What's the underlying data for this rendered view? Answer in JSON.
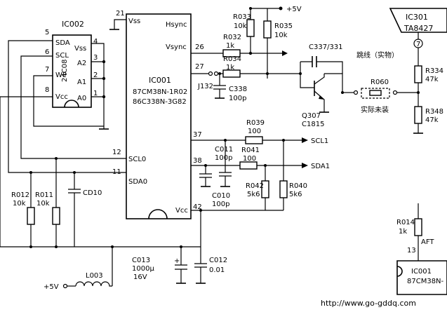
{
  "ic002": {
    "ref": "IC002",
    "part": "24C08",
    "pins": {
      "p5": "5",
      "p6": "6",
      "p7": "7",
      "p8": "8",
      "p4": "4",
      "p3": "3",
      "p2": "2",
      "p1": "1"
    },
    "labels": {
      "sda": "SDA",
      "scl": "SCL",
      "wp": "WP",
      "vcc": "Vcc",
      "vss": "Vss",
      "a2": "A2",
      "a1": "A1",
      "a0": "A0"
    }
  },
  "ic001": {
    "ref": "IC001",
    "part1": "87CM38N-1R02",
    "part2": "86C338N-3G82",
    "pins": {
      "p21": "21",
      "p26": "26",
      "p27": "27",
      "p37": "37",
      "p38": "38",
      "p42": "42",
      "p12": "12",
      "p11": "11"
    },
    "labels": {
      "vss": "Vss",
      "hsync": "Hsync",
      "vsync": "Vsync",
      "scl0": "SCL0",
      "sda0": "SDA0",
      "vcc": "Vcc"
    }
  },
  "ic301": {
    "ref": "IC301",
    "part": "TA8427",
    "pin": "7"
  },
  "ic001b": {
    "ref": "IC001",
    "part": "87CM38N-",
    "pin": "13",
    "aft": "AFT"
  },
  "supply": {
    "vcc5_top": "+5V",
    "vcc5_bottom": "+5V"
  },
  "components": {
    "r033": {
      "ref": "R033",
      "val": "10k"
    },
    "r035": {
      "ref": "R035",
      "val": "10k"
    },
    "r032": {
      "ref": "R032",
      "val": "1k"
    },
    "r034": {
      "ref": "R034",
      "val": "1k"
    },
    "j132": {
      "ref": "J132"
    },
    "c338": {
      "ref": "C338",
      "val": "100p"
    },
    "c337": {
      "ref": "C337/331"
    },
    "q307": {
      "ref": "Q307",
      "part": "C1815"
    },
    "r060": {
      "ref": "R060"
    },
    "r334": {
      "ref": "R334",
      "val": "47k"
    },
    "r348": {
      "ref": "R348",
      "val": "47k"
    },
    "r039": {
      "ref": "R039",
      "val": "100"
    },
    "c011": {
      "ref": "C011",
      "val": "100p"
    },
    "r041": {
      "ref": "R041",
      "val": "100"
    },
    "c010": {
      "ref": "C010",
      "val": "100p"
    },
    "r042": {
      "ref": "R042",
      "val": "5k6"
    },
    "r040": {
      "ref": "R040",
      "val": "5k6"
    },
    "r012": {
      "ref": "R012",
      "val": "10k"
    },
    "r011": {
      "ref": "R011",
      "val": "10k"
    },
    "cd10": {
      "ref": "CD10"
    },
    "c013": {
      "ref": "C013",
      "val": "1000μ",
      "volt": "16V"
    },
    "c012": {
      "ref": "C012",
      "val": "0.01"
    },
    "l003": {
      "ref": "L003"
    },
    "r014": {
      "ref": "R014",
      "val": "1k"
    }
  },
  "nets": {
    "scl1": "SCL1",
    "sda1": "SDA1"
  },
  "notes": {
    "jumper": "跳线（实物）",
    "not_installed": "实际未装"
  },
  "watermark": "http://www.go-gddq.com"
}
